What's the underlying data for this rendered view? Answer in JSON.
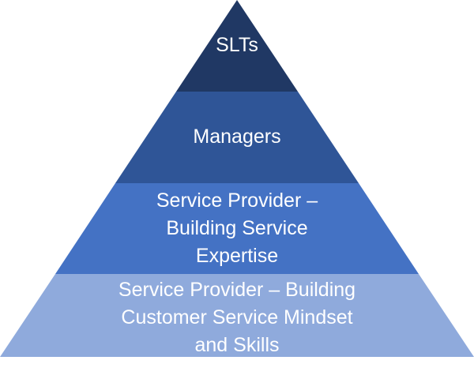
{
  "pyramid": {
    "tiers": [
      {
        "name": "SLTs",
        "lines": [
          "SLTs"
        ],
        "color": "#203864"
      },
      {
        "name": "Managers",
        "lines": [
          "Managers"
        ],
        "color": "#2f5597"
      },
      {
        "name": "Service Provider – Building Service Expertise",
        "lines": [
          "Service Provider –",
          "Building Service",
          "Expertise"
        ],
        "color": "#4472c4"
      },
      {
        "name": "Service Provider – Building Customer Service Mindset and Skills",
        "lines": [
          "Service Provider – Building",
          "Customer Service Mindset",
          "and Skills"
        ],
        "color": "#8faadc"
      }
    ]
  }
}
